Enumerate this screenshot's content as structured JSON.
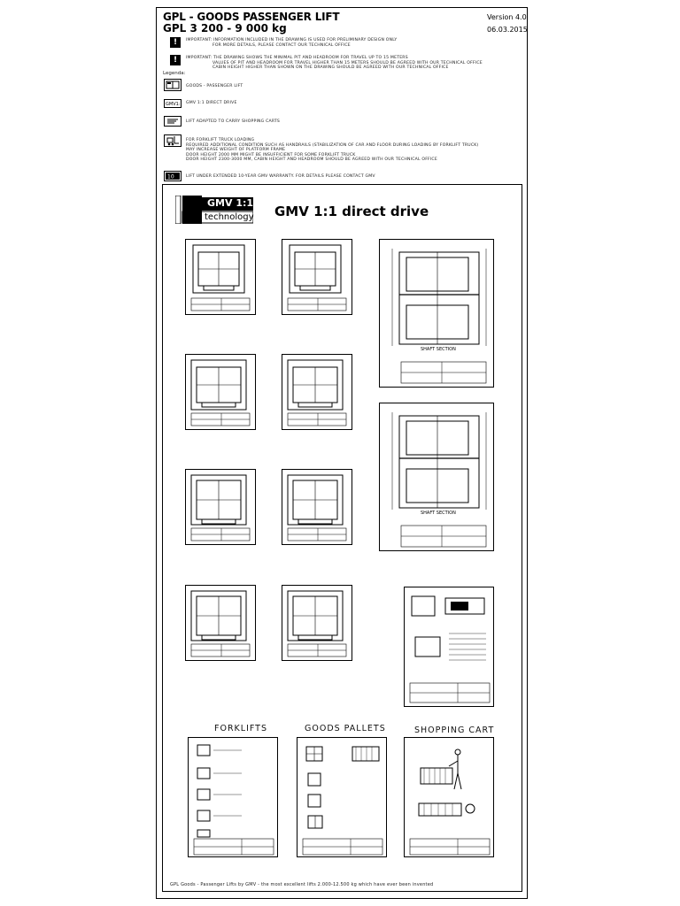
{
  "header": {
    "title_line1": "GPL - GOODS PASSENGER LIFT",
    "title_line2": "GPL   3 200 - 9 000 kg",
    "version": "Version 4.0",
    "date": "06.03.2015"
  },
  "notes": [
    {
      "icon": "!",
      "lines": [
        "IMPORTANT: INFORMATION INCLUDED IN THE DRAWING IS USED FOR PRELIMINARY DESIGN ONLY",
        "FOR MORE DETAILS, PLEASE CONTACT OUR TECHNICAL OFFICE"
      ]
    },
    {
      "icon": "!",
      "lines": [
        "IMPORTANT: THE DRAWING SHOWS THE MINIMAL PIT AND HEADROOM FOR TRAVEL UP TO 15 METERS",
        "VALUES OF PIT AND HEADROOM FOR TRAVEL HIGHER THAN 15 METERS SHOULD BE AGREED WITH OUR TECHNICAL OFFICE",
        "CABIN HEIGHT HIGHER THAN SHOWN ON THE DRAWING SHOULD BE AGREED WITH OUR TECHNICAL OFFICE"
      ]
    }
  ],
  "legend": {
    "label": "Legenda:",
    "items": [
      {
        "icon": "goods-passenger-lift-icon",
        "text": "GOODS - PASSENGER LIFT"
      },
      {
        "icon": "gmv-direct-drive-icon",
        "text": "GMV 1:1 DIRECT DRIVE"
      },
      {
        "icon": "shopping-cart-icon",
        "text": "LIFT ADAPTED TO CARRY SHOPPING CARTS"
      },
      {
        "icon": "forklift-icon",
        "lines": [
          "FOR FORKLIFT TRUCK LOADING",
          "REQUIRED ADDITIONAL CONDITION SUCH AS HANDRAILS (STABILIZATION OF CAR AND FLOOR DURING LOADING BY FORKLIFT TRUCK)",
          "MAY INCREASE WEIGHT OF PLATFORM FRAME",
          "DOOR HEIGHT 2000 MM MIGHT BE INSUFFICIENT FOR SOME FORKLIFT TRUCK",
          "DOOR HEIGHT 2300-3000 MM, CABIN HEIGHT AND HEADROOM SHOULD BE AGREED WITH OUR TECHNICAL OFFICE"
        ]
      },
      {
        "icon": "extended-warranty-icon",
        "text": "LIFT UNDER EXTENDED 10-YEAR GMV WARRANTY. FOR DETAILS PLEASE CONTACT GMV"
      }
    ]
  },
  "panel": {
    "logo_top": "GMV 1:1",
    "logo_bottom": "technology",
    "title": "GMV 1:1 direct drive",
    "shaft_section_label": "SHAFT SECTION",
    "shaft_section_label_2": "SHAFT SECTION",
    "sections": {
      "forklifts": "FORKLIFTS",
      "goods_pallets": "GOODS PALLETS",
      "shopping_cart": "SHOPPING CART"
    },
    "footer": "GPL Goods - Passenger Lifts by GMV - the most excellent lifts 2.000-12.500 kg which have ever been invented"
  },
  "colors": {
    "ink": "#000000",
    "paper": "#ffffff",
    "muted": "#222222"
  }
}
